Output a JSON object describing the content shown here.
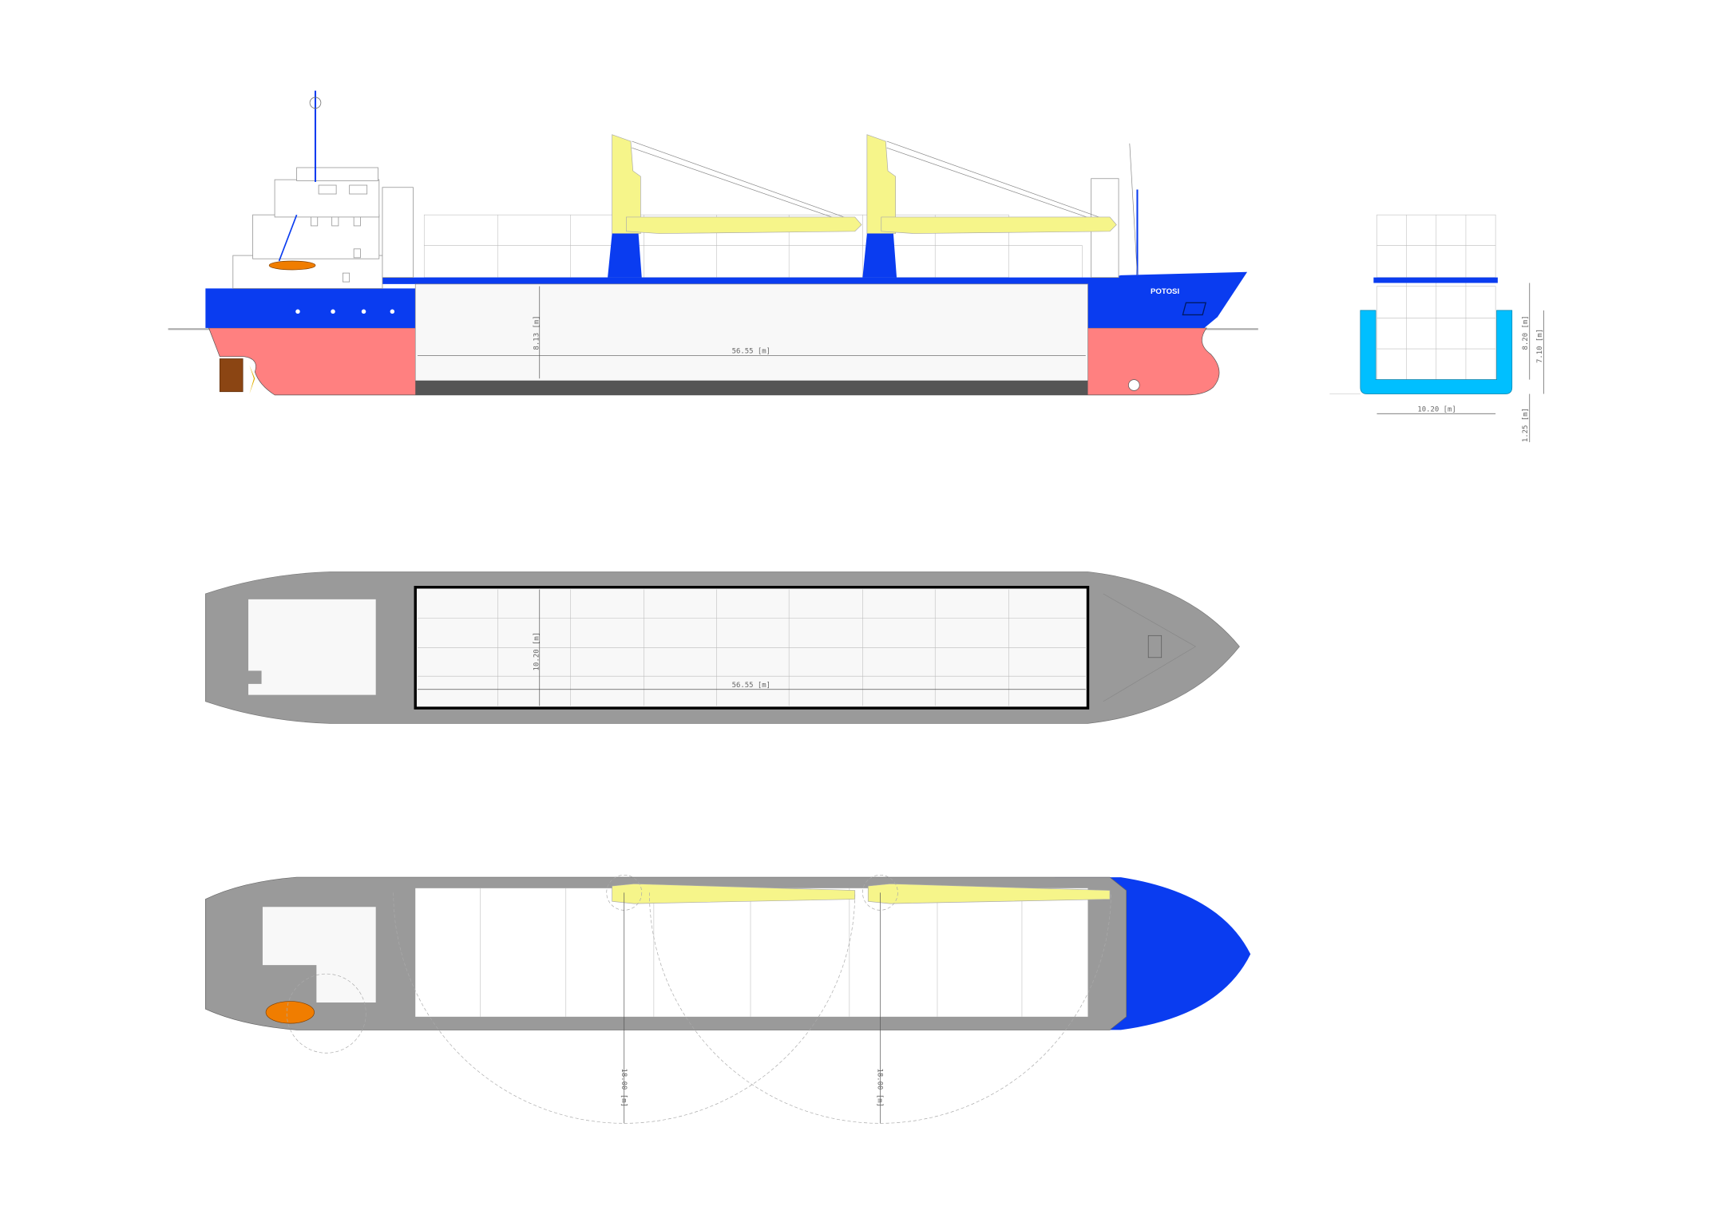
{
  "drawing": {
    "ship_name": "POTOSI",
    "colors": {
      "hull_topside": "#0a3cf0",
      "hull_bottom": "#ff8080",
      "crane": "#f6f58a",
      "section_hull": "#00bfff",
      "deck_plan": "#9a9a9a",
      "lifeboat": "#f07d00"
    },
    "profile_view": {
      "hold_height": "8.13 [m]",
      "hold_length": "56.55 [m]"
    },
    "midship_section": {
      "hold_width": "10.20 [m]",
      "depth_total": "8.20 [m]",
      "depth_side": "7.10 [m]",
      "double_bottom": "1.25 [m]"
    },
    "hold_plan": {
      "hold_width": "10.20 [m]",
      "hold_length": "56.55 [m]"
    },
    "deck_plan": {
      "crane_1_outreach": "18.00 [m]",
      "crane_2_outreach": "18.00 [m]"
    }
  }
}
